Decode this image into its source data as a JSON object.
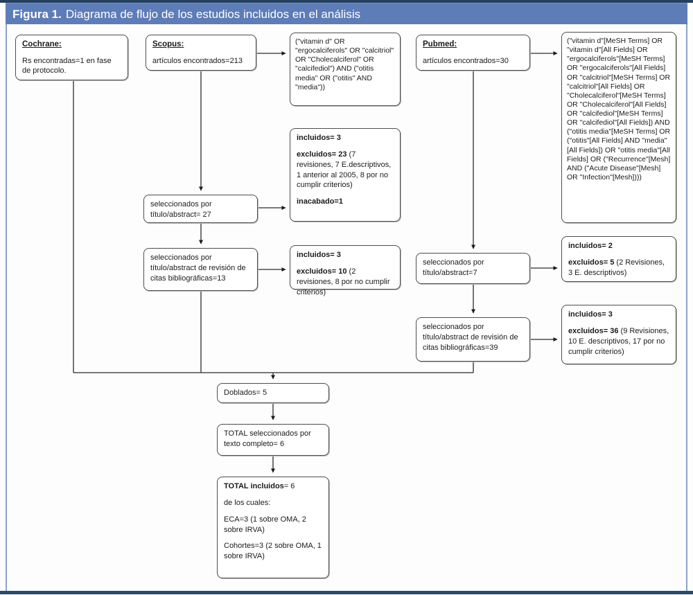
{
  "title": {
    "prefix": "Figura 1.",
    "text": "Diagrama de flujo de los estudios incluidos en el análisis"
  },
  "colors": {
    "title_bar_blue": "#5d7cb8",
    "frame_dark_navy": "#2d4a63",
    "frame_light_blue": "#8ca3c6",
    "box_border": "#4d4d4d"
  },
  "boxes": {
    "cochrane": {
      "header": "Cochrane:",
      "body": "Rs encontradas=1 en fase de protocolo."
    },
    "scopus": {
      "header": "Scopus:",
      "body": "artículos encontrados=213"
    },
    "scopus_terms": {
      "body": "(\"vitamin d\" OR \"ergocalciferols\" OR \"calcitriol\" OR \"Cholecalciferol\" OR \"calcifediol\") AND (\"otitis media\" OR (\"otitis\" AND \"media\"))"
    },
    "pubmed": {
      "header": "Pubmed:",
      "body": "artículos encontrados=30"
    },
    "pubmed_terms": {
      "body": "(\"vitamin d\"[MeSH Terms] OR \"vitamin d\"[All Fields] OR \"ergocalciferols\"[MeSH Terms] OR \"ergocalciferols\"[All Fields] OR \"calcitriol\"[MeSH Terms] OR \"calcitriol\"[All Fields] OR \"Cholecalciferol\"[MeSH Terms] OR \"Cholecalciferol\"[All Fields] OR \"calcifediol\"[MeSH Terms] OR \"calcifediol\"[All Fields]) AND (\"otitis media\"[MeSH Terms] OR (\"otitis\"[All Fields] AND \"media\"[All Fields]) OR \"otitis media\"[All Fields] OR (\"Recurrence\"[Mesh] AND (\"Acute Disease\"[Mesh] OR \"Infection\"[Mesh])))"
    },
    "scopus_selected_1": {
      "body": "seleccionados por título/abstract= 27"
    },
    "scopus_result_1": {
      "included": "incluidos= 3",
      "excluded_bold": "excluidos= 23",
      "excluded_rest": " (7 revisiones, 7 E.descriptivos, 1 anterior al 2005, 8 por no cumplir criterios)",
      "unfinished": "inacabado=1"
    },
    "scopus_selected_2": {
      "body": "seleccionados por título/abstract de revisión de citas bibliográficas=13"
    },
    "scopus_result_2": {
      "included": "incluidos= 3",
      "excluded_bold": "excluidos= 10",
      "excluded_rest": " (2 revisiones, 8 por no cumplir criterios)"
    },
    "pubmed_selected_1": {
      "body": "seleccionados por título/abstract=7"
    },
    "pubmed_result_1": {
      "included": "incluidos= 2",
      "excluded_bold": "excluidos= 5",
      "excluded_rest": " (2 Revisiones, 3 E. descriptivos)"
    },
    "pubmed_selected_2": {
      "body": "seleccionados por título/abstract de revisión de citas bibliográficas=39"
    },
    "pubmed_result_2": {
      "included": "incluidos= 3",
      "excluded_bold": "excluidos= 36",
      "excluded_rest": " (9 Revisiones, 10 E. descriptivos, 17 por no cumplir criterios)"
    },
    "duplicates": {
      "body": "Doblados= 5"
    },
    "total_selected": {
      "body": "TOTAL seleccionados por texto completo= 6"
    },
    "total_included": {
      "title_bold": "TOTAL incluidos",
      "title_rest": "= 6",
      "line_2": "de los cuales:",
      "line_3": "ECA=3 (1 sobre OMA, 2 sobre IRVA)",
      "line_4": "Cohortes=3 (2 sobre OMA, 1 sobre IRVA)"
    }
  }
}
